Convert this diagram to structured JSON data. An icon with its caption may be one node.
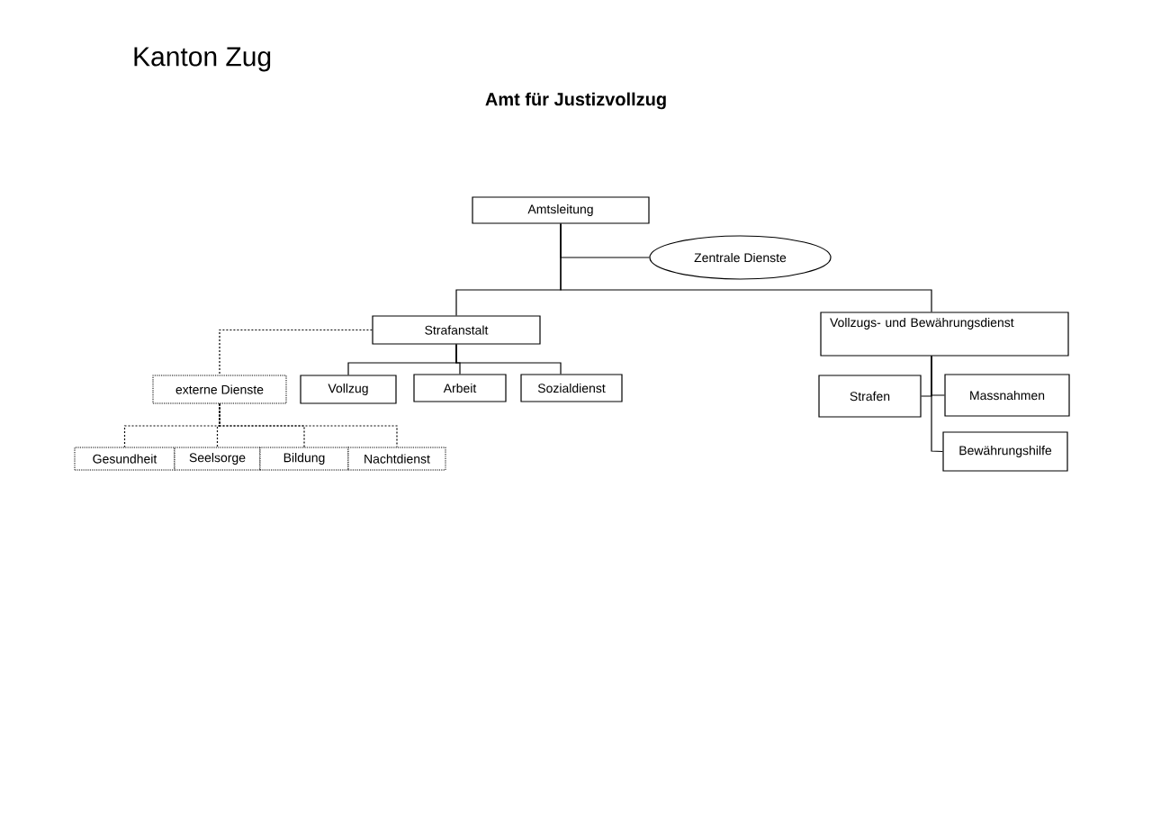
{
  "diagram": {
    "title": "Amt für Justizvollzug",
    "nodes": [
      {
        "text": [
          "Amtsleitung"
        ]
      },
      {
        "text": [
          "Zentrale Dienste"
        ]
      },
      {
        "text": [
          "Strafanstalt"
        ]
      },
      {
        "text": [
          "Vollzugs- und Bewährungsdienst"
        ]
      },
      {
        "text": [
          "externe Dienste"
        ]
      },
      {
        "text": [
          "Vollzug"
        ]
      },
      {
        "text": [
          "Arbeit"
        ]
      },
      {
        "text": [
          "Sozialdienst"
        ]
      },
      {
        "text": [
          "Strafen"
        ]
      },
      {
        "text": [
          "Massnahmen"
        ]
      },
      {
        "text": [
          "Bewährungshilfe"
        ]
      },
      {
        "text": [
          "Gesundheit"
        ]
      },
      {
        "text": [
          "Seelsorge"
        ]
      },
      {
        "text": [
          "Bildung"
        ]
      },
      {
        "text": [
          "Nachtdienst"
        ]
      }
    ],
    "edges": [
      {
        "from": 0,
        "to": 1,
        "arrow": "none"
      },
      {
        "from": 0,
        "to": 2,
        "arrow": "none"
      },
      {
        "from": 0,
        "to": 3,
        "arrow": "none"
      },
      {
        "from": 2,
        "to": 4,
        "arrow": "none",
        "style": "dashed"
      },
      {
        "from": 2,
        "to": 5,
        "arrow": "none"
      },
      {
        "from": 2,
        "to": 6,
        "arrow": "none"
      },
      {
        "from": 2,
        "to": 7,
        "arrow": "none"
      },
      {
        "from": 4,
        "to": 11,
        "arrow": "none",
        "style": "dashed"
      },
      {
        "from": 4,
        "to": 12,
        "arrow": "none",
        "style": "dashed"
      },
      {
        "from": 4,
        "to": 13,
        "arrow": "none",
        "style": "dashed"
      },
      {
        "from": 4,
        "to": 14,
        "arrow": "none",
        "style": "dashed"
      },
      {
        "from": 3,
        "to": 8,
        "arrow": "none"
      },
      {
        "from": 3,
        "to": 9,
        "arrow": "none"
      },
      {
        "from": 3,
        "to": 10,
        "arrow": "none"
      }
    ],
    "labels": [
      "Kanton Zug"
    ]
  }
}
